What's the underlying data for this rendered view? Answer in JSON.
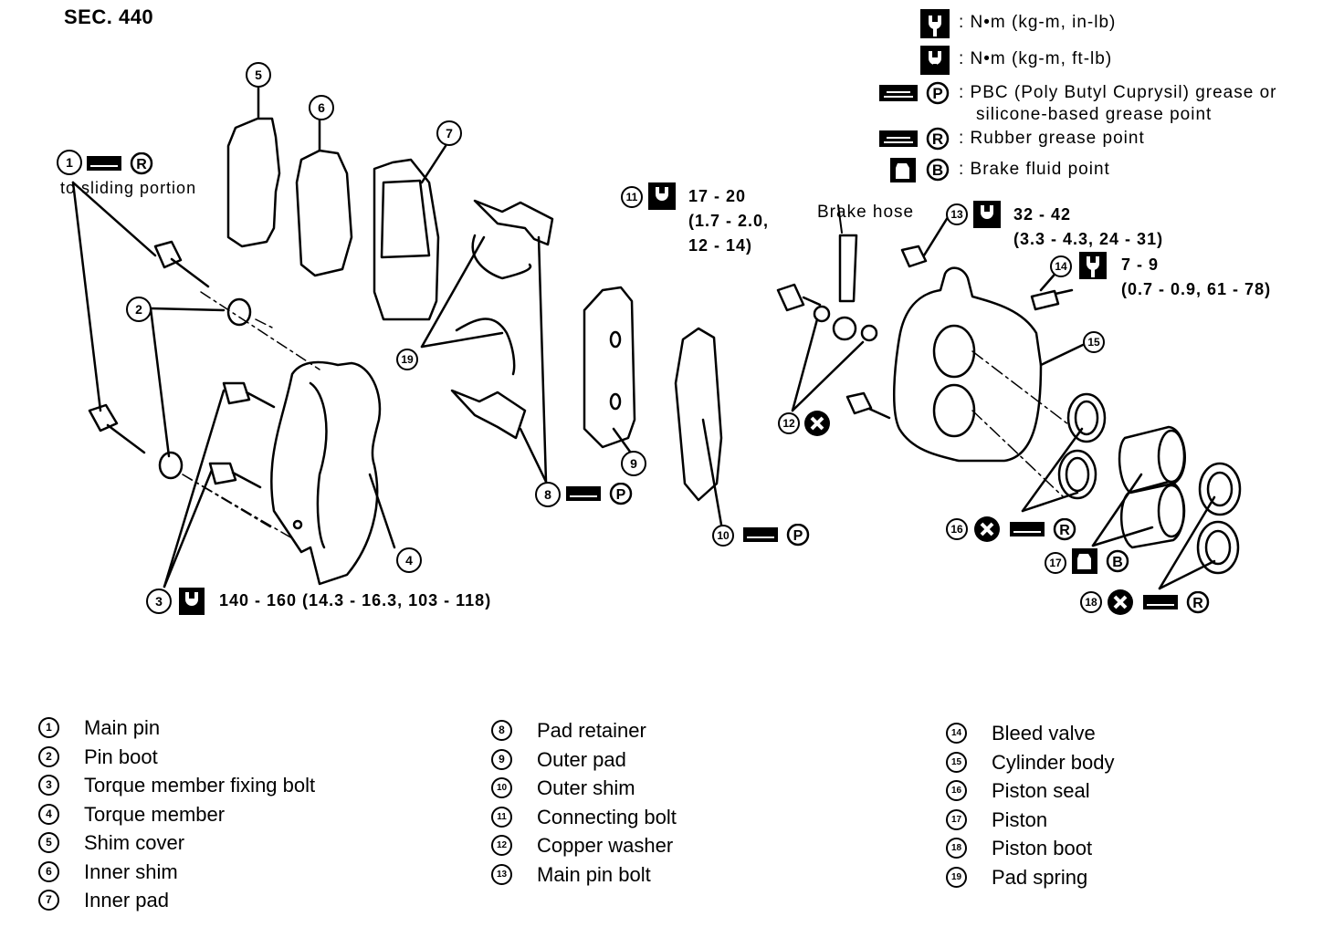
{
  "section": "SEC. 440",
  "legend": [
    {
      "symbol": "torque-wrench-small-icon",
      "text": ": N•m (kg-m, in-lb)"
    },
    {
      "symbol": "torque-wrench-icon",
      "text": ": N•m (kg-m, ft-lb)"
    },
    {
      "symbol": "grease-gun-P-icon",
      "text": ": PBC (Poly Butyl Cuprysil) grease or",
      "text2": "silicone-based grease point"
    },
    {
      "symbol": "grease-gun-R-icon",
      "text": ": Rubber grease point"
    },
    {
      "symbol": "brake-fluid-B-icon",
      "text": ": Brake fluid point"
    }
  ],
  "callouts": {
    "c1_note": "to sliding portion",
    "c3_torque": "140 - 160 (14.3 - 16.3, 103 - 118)",
    "c11_torque_1": "17 - 20",
    "c11_torque_2": "(1.7 - 2.0,",
    "c11_torque_3": "12 - 14)",
    "brake_hose": "Brake hose",
    "c13_torque_1": "32 - 42",
    "c13_torque_2": "(3.3 - 4.3, 24 - 31)",
    "c14_torque_1": "7 - 9",
    "c14_torque_2": "(0.7 - 0.9, 61 - 78)"
  },
  "symbols": {
    "R": "R",
    "P": "P",
    "B": "B"
  },
  "parts": [
    {
      "num": "1",
      "name": "Main pin"
    },
    {
      "num": "2",
      "name": "Pin boot"
    },
    {
      "num": "3",
      "name": "Torque member fixing bolt"
    },
    {
      "num": "4",
      "name": "Torque member"
    },
    {
      "num": "5",
      "name": "Shim cover"
    },
    {
      "num": "6",
      "name": "Inner shim"
    },
    {
      "num": "7",
      "name": "Inner pad"
    },
    {
      "num": "8",
      "name": "Pad retainer"
    },
    {
      "num": "9",
      "name": "Outer pad"
    },
    {
      "num": "10",
      "name": "Outer shim"
    },
    {
      "num": "11",
      "name": "Connecting bolt"
    },
    {
      "num": "12",
      "name": "Copper washer"
    },
    {
      "num": "13",
      "name": "Main pin bolt"
    },
    {
      "num": "14",
      "name": "Bleed valve"
    },
    {
      "num": "15",
      "name": "Cylinder body"
    },
    {
      "num": "16",
      "name": "Piston seal"
    },
    {
      "num": "17",
      "name": "Piston"
    },
    {
      "num": "18",
      "name": "Piston boot"
    },
    {
      "num": "19",
      "name": "Pad spring"
    }
  ]
}
